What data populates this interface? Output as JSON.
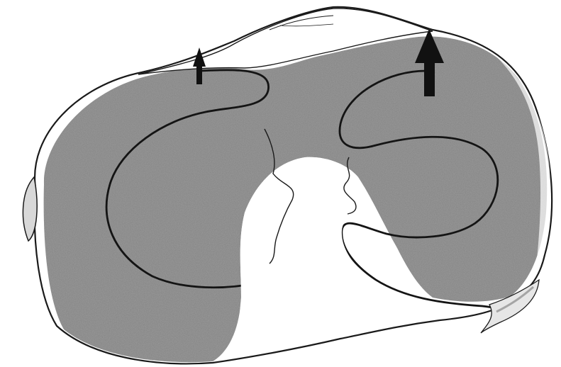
{
  "figure": {
    "subject": "tibial-plateau-cartilage-illustration",
    "colors": {
      "background": "#ffffff",
      "cartilage_fill": "#9a9a9a",
      "cartilage_texture": "#7f7f7f",
      "outline": "#1a1a1a",
      "arrow": "#111111"
    },
    "arrows": [
      {
        "icon": "up-arrow-icon",
        "size": "small"
      },
      {
        "icon": "up-arrow-icon",
        "size": "large"
      }
    ]
  }
}
